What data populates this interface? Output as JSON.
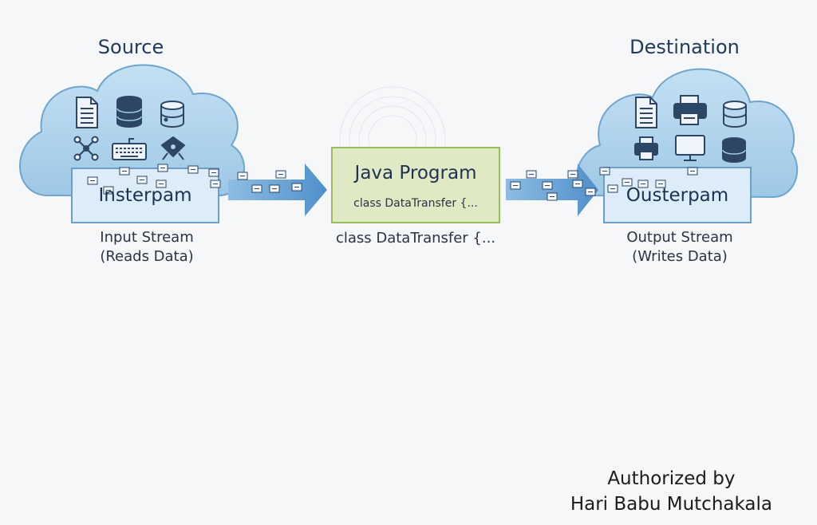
{
  "source": {
    "title": "Source",
    "box_label": "Insterpam",
    "caption_line1": "Input Stream",
    "caption_line2": "(Reads Data)",
    "icons": [
      "document-icon",
      "database-icon",
      "database-icon",
      "network-icon",
      "keyboard-icon",
      "share-icon"
    ]
  },
  "program": {
    "title": "Java Program",
    "code_inside": "class DataTransfer {...",
    "code_below": "class DataTransfer {..."
  },
  "destination": {
    "title": "Destination",
    "box_label": "Ousterpam",
    "caption_line1": "Output Stream",
    "caption_line2": "(Writes Data)",
    "icons": [
      "document-icon",
      "printer-icon",
      "database-icon",
      "printer-icon",
      "monitor-icon",
      "database-icon"
    ]
  },
  "author": {
    "line1": "Authorized by",
    "line2": "Hari Babu Mutchakala"
  },
  "colors": {
    "cloud_fill": "#a9cfe9",
    "cloud_stroke": "#6ea6cf",
    "box_fill": "#dcecf8",
    "box_stroke": "#6c9fc8",
    "program_fill": "#dfe9c4",
    "program_stroke": "#9cbc5c",
    "arrow": "#5d9ad0",
    "icon": "#2d4666"
  }
}
